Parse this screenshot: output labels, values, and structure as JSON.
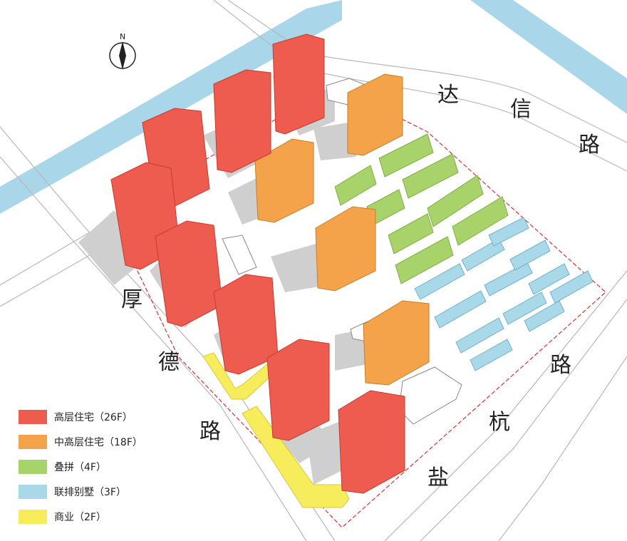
{
  "compass": {
    "north_label": "N"
  },
  "roads": {
    "north": [
      "达",
      "信",
      "路"
    ],
    "west": [
      "厚",
      "德",
      "路"
    ],
    "south": [
      "盐",
      "杭",
      "路"
    ]
  },
  "legend": [
    {
      "label": "高层住宅（26F）",
      "color": "#ee5c4f"
    },
    {
      "label": "中高层住宅（18F）",
      "color": "#f4a34a"
    },
    {
      "label": "叠拼（4F）",
      "color": "#a8d36b"
    },
    {
      "label": "联排别墅（3F）",
      "color": "#a9d8e8"
    },
    {
      "label": "商业（2F）",
      "color": "#f7ec5c"
    }
  ],
  "colors": {
    "river": "#a9d6e8",
    "site_boundary": "#d33333",
    "shadow": "#cfcfcf"
  }
}
